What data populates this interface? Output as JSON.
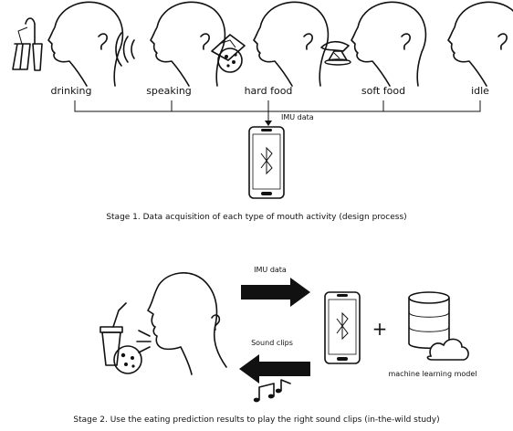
{
  "stage1": {
    "activities": [
      "drinking",
      "speaking",
      "hard food",
      "soft food",
      "idle"
    ],
    "phone_label": "IMU data",
    "caption": "Stage 1. Data acquisition of each type of mouth activity (design process)"
  },
  "stage2": {
    "imu_label": "IMU data",
    "sound_label": "Sound clips",
    "plus": "+",
    "ml_label": "machine learning model",
    "caption": "Stage 2. Use the eating prediction results to play the right sound clips (in-the-wild study)"
  },
  "colors": {
    "ink": "#111111",
    "background": "#ffffff"
  }
}
